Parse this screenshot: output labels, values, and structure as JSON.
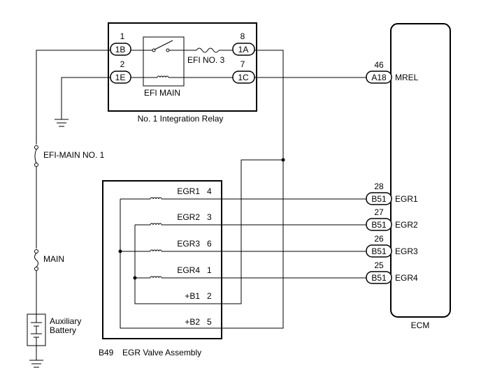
{
  "relay": {
    "name": "No. 1 Integration Relay",
    "efi_main": "EFI MAIN",
    "efi_no3": "EFI NO. 3",
    "pins": {
      "p1": {
        "num": "1",
        "conn": "1B"
      },
      "p2": {
        "num": "2",
        "conn": "1E"
      },
      "p8": {
        "num": "8",
        "conn": "1A"
      },
      "p7": {
        "num": "7",
        "conn": "1C"
      }
    }
  },
  "fuses": {
    "efi_main_no1": "EFI-MAIN NO. 1",
    "main": "MAIN"
  },
  "battery": {
    "line1": "Auxiliary",
    "line2": "Battery"
  },
  "ecm": {
    "name": "ECM",
    "mrel": {
      "pin": "46",
      "conn": "A18",
      "label": "MREL"
    },
    "egr1": {
      "pin": "28",
      "conn": "B51",
      "label": "EGR1"
    },
    "egr2": {
      "pin": "27",
      "conn": "B51",
      "label": "EGR2"
    },
    "egr3": {
      "pin": "26",
      "conn": "B51",
      "label": "EGR3"
    },
    "egr4": {
      "pin": "25",
      "conn": "B51",
      "label": "EGR4"
    }
  },
  "egr_valve": {
    "code": "B49",
    "name": "EGR Valve Assembly",
    "egr1": {
      "label": "EGR1",
      "pin": "4"
    },
    "egr2": {
      "label": "EGR2",
      "pin": "3"
    },
    "egr3": {
      "label": "EGR3",
      "pin": "6"
    },
    "egr4": {
      "label": "EGR4",
      "pin": "1"
    },
    "b1": {
      "label": "+B1",
      "pin": "2"
    },
    "b2": {
      "label": "+B2",
      "pin": "5"
    }
  }
}
